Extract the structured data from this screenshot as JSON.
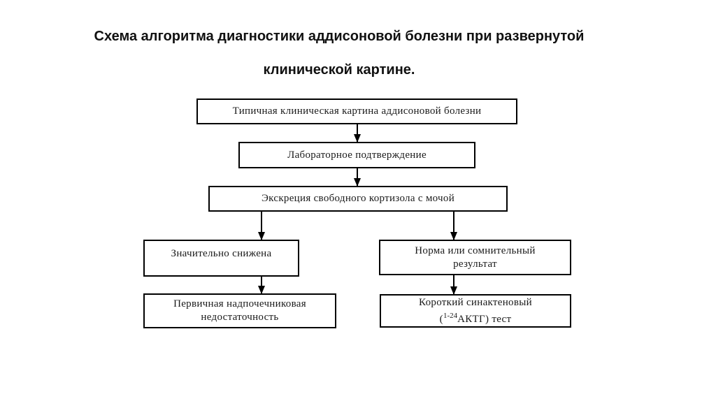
{
  "title": {
    "line1": "Схема алгоритма диагностики аддисоновой болезни  при развернутой",
    "line2": "клинической картине."
  },
  "flowchart": {
    "nodes": [
      {
        "id": "typical-clinical-picture",
        "text": "Типичная клиническая картина аддисоновой болезни"
      },
      {
        "id": "lab-confirmation",
        "text": "Лабораторное подтверждение"
      },
      {
        "id": "free-cortisol-urine-excretion",
        "text": "Экскреция свободного кортизола с мочой"
      },
      {
        "id": "significantly-reduced",
        "text": "Значительно снижена"
      },
      {
        "id": "normal-or-doubtful-result",
        "text": "Норма или сомнительный\nрезультат"
      },
      {
        "id": "primary-adrenal-insufficiency",
        "text": "Первичная надпочечниковая\nнедостаточность"
      },
      {
        "id": "short-synacthen-test",
        "line1": "Короткий синактеновый",
        "line2_open": "(",
        "line2_sup": "1-24",
        "line2_rest": "АКТГ) тест"
      }
    ],
    "edges": [
      {
        "from": "typical-clinical-picture",
        "to": "lab-confirmation"
      },
      {
        "from": "lab-confirmation",
        "to": "free-cortisol-urine-excretion"
      },
      {
        "from": "free-cortisol-urine-excretion",
        "to": "significantly-reduced"
      },
      {
        "from": "free-cortisol-urine-excretion",
        "to": "normal-or-doubtful-result"
      },
      {
        "from": "significantly-reduced",
        "to": "primary-adrenal-insufficiency"
      },
      {
        "from": "normal-or-doubtful-result",
        "to": "short-synacthen-test"
      }
    ],
    "colors": {
      "background": "#ffffff",
      "border": "#000000",
      "text": "#1a1a1a",
      "title": "#111111"
    }
  }
}
